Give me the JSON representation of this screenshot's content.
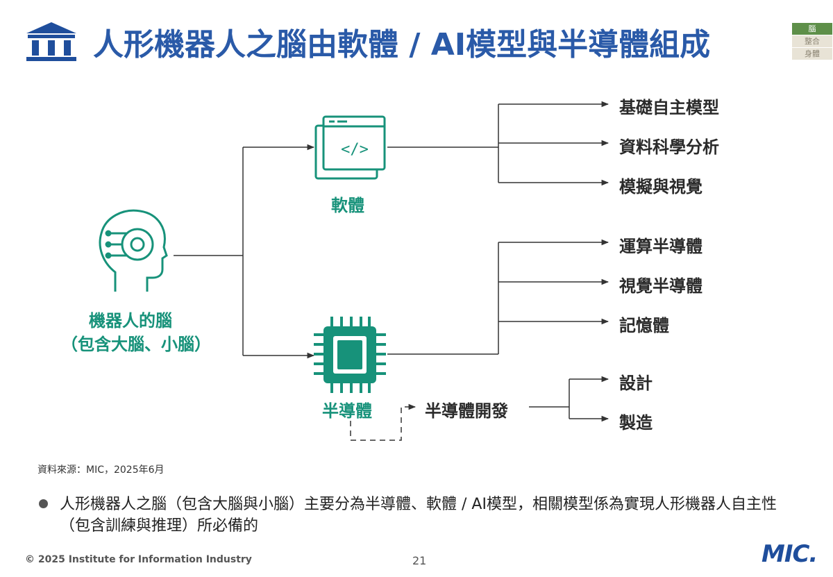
{
  "header": {
    "title": "人形機器人之腦由軟體 / AI模型與半導體組成",
    "nav": [
      "腦",
      "整合",
      "身體"
    ]
  },
  "diagram": {
    "root": {
      "line1": "機器人的腦",
      "line2": "（包含大腦、小腦）"
    },
    "software": {
      "label": "軟體",
      "code_glyph": "</>",
      "children": [
        "基礎自主模型",
        "資料科學分析",
        "模擬與視覺"
      ]
    },
    "semiconductor": {
      "label": "半導體",
      "children": [
        "運算半導體",
        "視覺半導體",
        "記憶體"
      ]
    },
    "development": {
      "label": "半導體開發",
      "children": [
        "設計",
        "製造"
      ]
    }
  },
  "source": "資料來源：MIC，2025年6月",
  "bullet": "人形機器人之腦（包含大腦與小腦）主要分為半導體、軟體 / AI模型，相關模型係為實現人形機器人自主性（包含訓練與推理）所必備的",
  "footer": {
    "copyright": "© 2025 Institute for Information Industry",
    "page": "21",
    "brand": "MIC."
  },
  "colors": {
    "title": "#2a5aa8",
    "accent": "#17927a",
    "nav_active": "#5e8f49"
  }
}
